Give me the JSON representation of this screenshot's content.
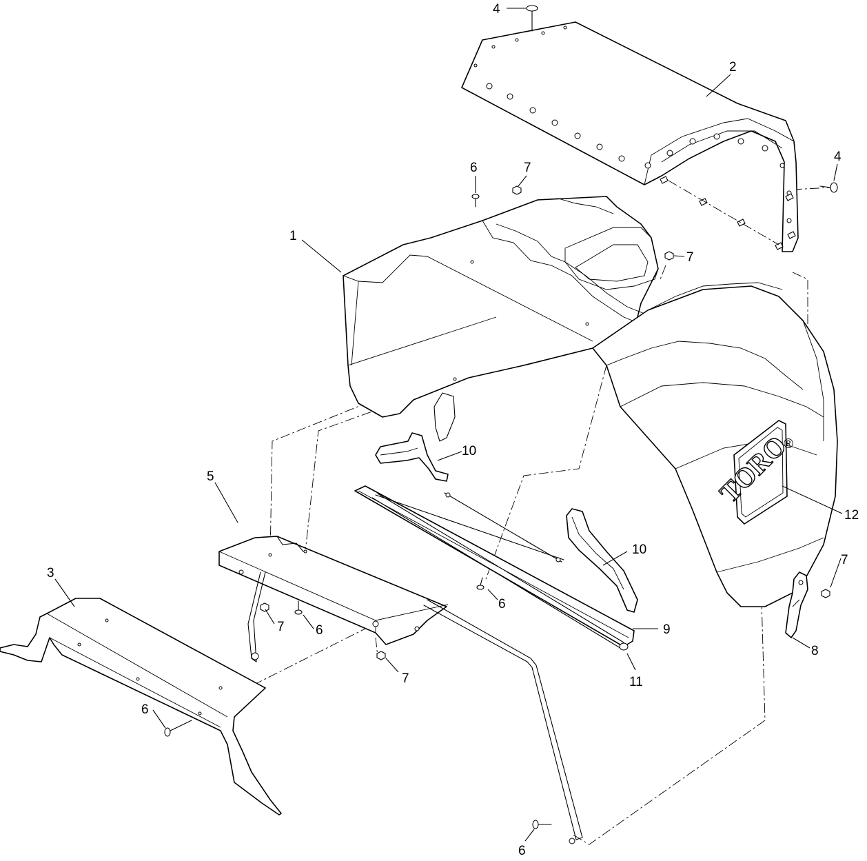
{
  "diagram": {
    "brand_mark": "TORO",
    "brand_registered": "®",
    "callouts": [
      {
        "id": "c4a",
        "label": "4"
      },
      {
        "id": "c2",
        "label": "2"
      },
      {
        "id": "c4b",
        "label": "4"
      },
      {
        "id": "c6a",
        "label": "6"
      },
      {
        "id": "c7a",
        "label": "7"
      },
      {
        "id": "c1",
        "label": "1"
      },
      {
        "id": "c7b",
        "label": "7"
      },
      {
        "id": "c10a",
        "label": "10"
      },
      {
        "id": "c5",
        "label": "5"
      },
      {
        "id": "c12",
        "label": "12"
      },
      {
        "id": "c10b",
        "label": "10"
      },
      {
        "id": "c3",
        "label": "3"
      },
      {
        "id": "c7c",
        "label": "7"
      },
      {
        "id": "c6b",
        "label": "6"
      },
      {
        "id": "c6c",
        "label": "6"
      },
      {
        "id": "c9",
        "label": "9"
      },
      {
        "id": "c7d",
        "label": "7"
      },
      {
        "id": "c8",
        "label": "8"
      },
      {
        "id": "c11",
        "label": "11"
      },
      {
        "id": "c7e",
        "label": "7"
      },
      {
        "id": "c6d",
        "label": "6"
      },
      {
        "id": "c6e",
        "label": "6"
      }
    ]
  }
}
